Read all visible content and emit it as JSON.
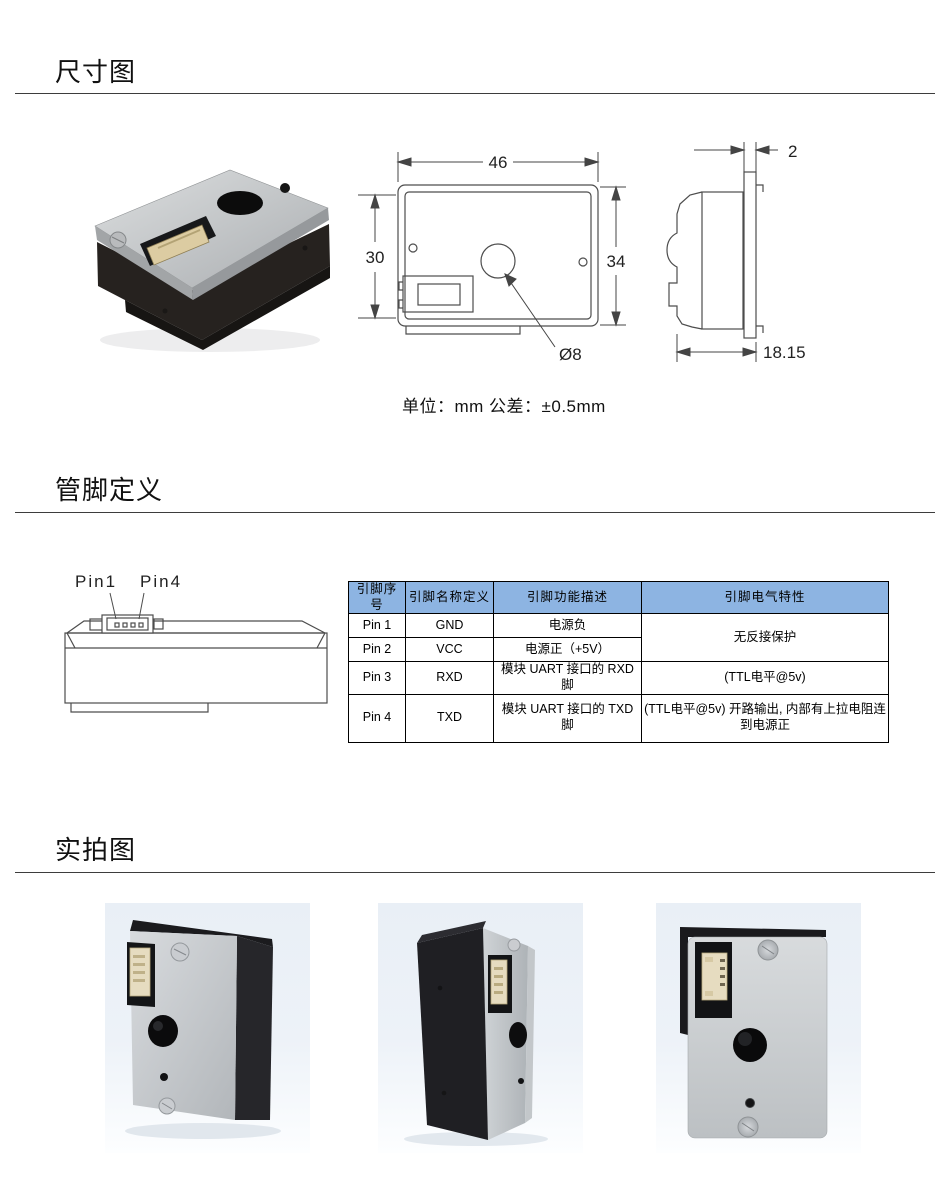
{
  "dim_section": {
    "title": "尺寸图",
    "caption": "单位：mm 公差：±0.5mm",
    "front_view": {
      "width": "46",
      "inner_height": "30",
      "height": "34",
      "hole": "Ø8"
    },
    "side_view": {
      "flange_thickness": "2",
      "depth": "18.15"
    }
  },
  "pin_section": {
    "title": "管脚定义",
    "pin1_label": "Pin1",
    "pin4_label": "Pin4",
    "table": {
      "headers": [
        "引脚序号",
        "引脚名称定义",
        "引脚功能描述",
        "引脚电气特性"
      ],
      "merged_elec": "无反接保护",
      "rows": [
        {
          "no": "Pin 1",
          "name": "GND",
          "desc": "电源负"
        },
        {
          "no": "Pin 2",
          "name": "VCC",
          "desc": "电源正（+5V）"
        },
        {
          "no": "Pin 3",
          "name": "RXD",
          "desc": "模块 UART 接口的 RXD 脚",
          "elec": "(TTL电平@5v)"
        },
        {
          "no": "Pin 4",
          "name": "TXD",
          "desc": "模块 UART 接口的 TXD 脚",
          "elec": "(TTL电平@5v) 开路输出, 内部有上拉电阻连到电源正"
        }
      ]
    }
  },
  "photo_section": {
    "title": "实拍图",
    "photos": [
      "sensor-front-left-photo",
      "sensor-side-left-photo",
      "sensor-front-photo"
    ]
  },
  "colors": {
    "table_header_bg": "#8DB4E2",
    "rule_line": "#3d3d3d",
    "drawing_line": "#4d4d4d",
    "photo_tile_bg": "#e9eff6"
  }
}
